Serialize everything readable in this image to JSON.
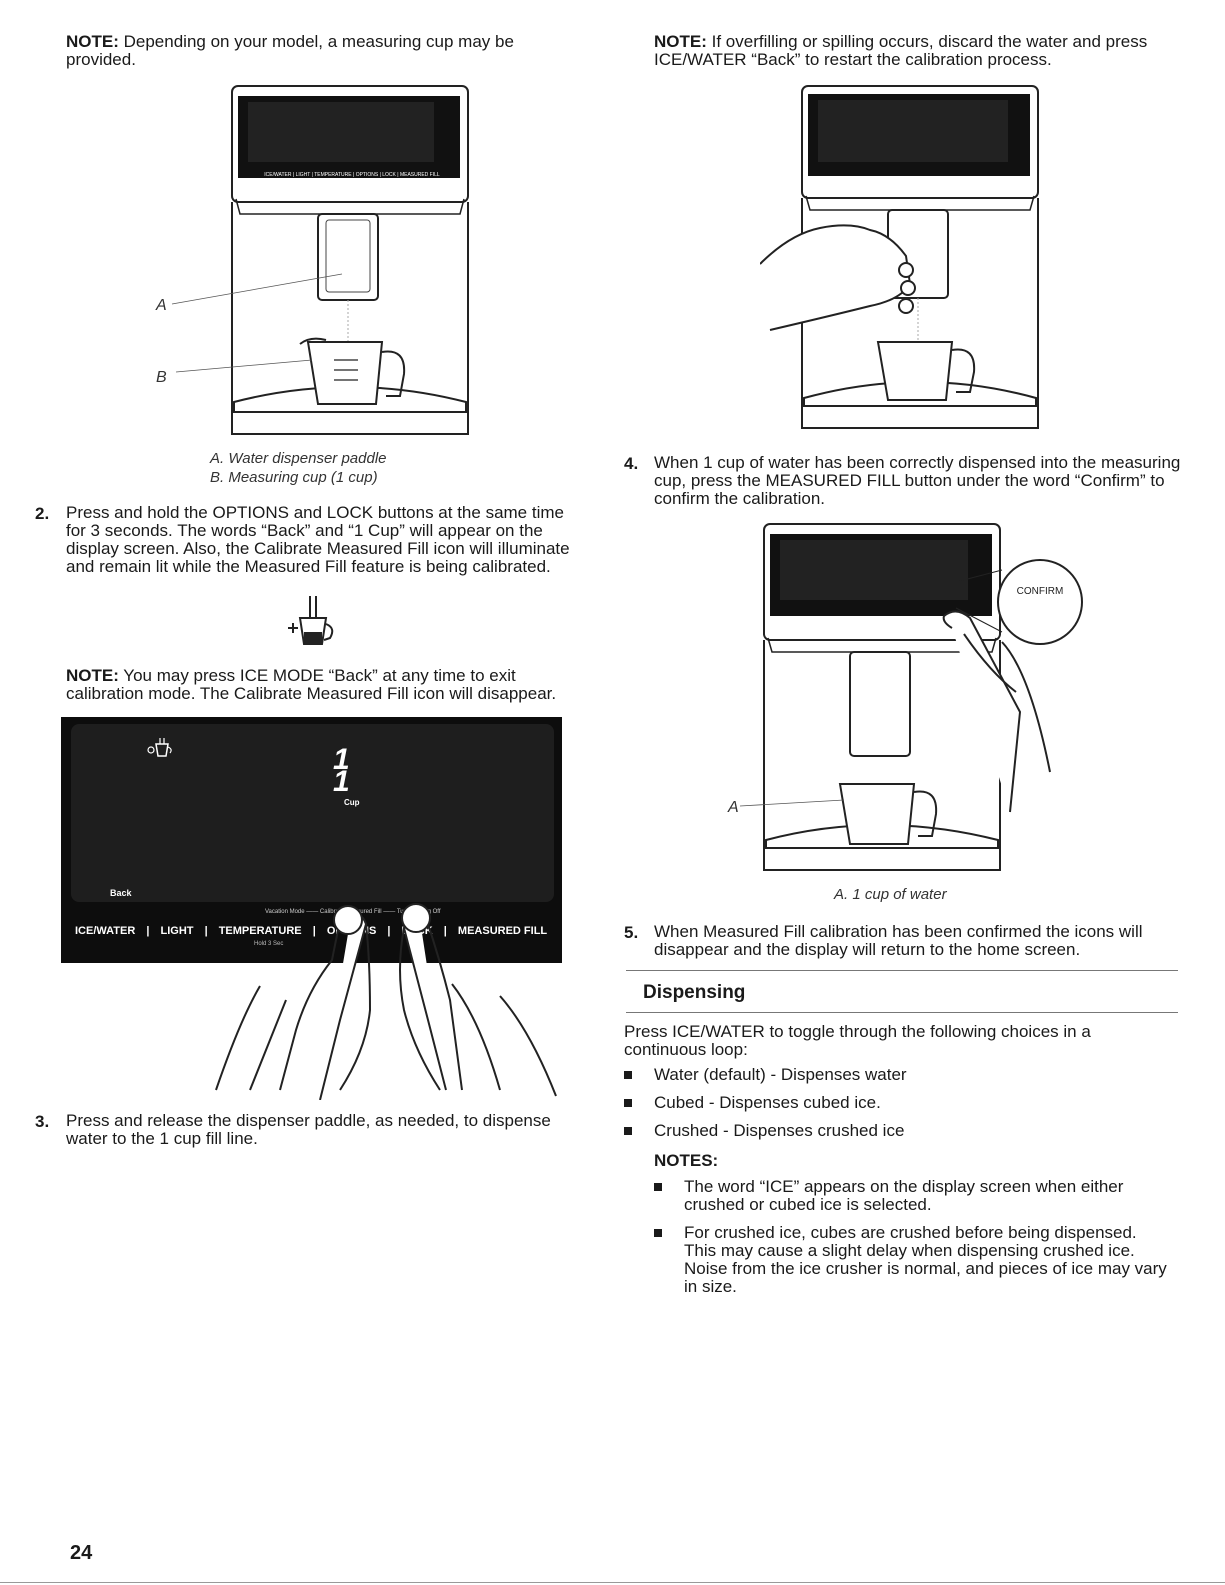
{
  "left": {
    "note1": {
      "label": "NOTE:",
      "text": " Depending on your model, a measuring cup may be provided."
    },
    "fig1": {
      "label_a": "A",
      "label_b": "B",
      "panel_buttons": "ICE/WATER | LIGHT | TEMPERATURE | OPTIONS | LOCK | MEASURED FILL",
      "caption_a": "A. Water dispenser paddle",
      "caption_b": "B. Measuring cup (1 cup)"
    },
    "step2": {
      "number": "2.",
      "text": "Press and hold the OPTIONS and LOCK buttons at the same time for 3 seconds. The words “Back” and “1 Cup” will appear on the display screen. Also, the Calibrate Measured Fill icon will illuminate and remain lit while the Measured Fill feature is being calibrated."
    },
    "note2": {
      "label": "NOTE:",
      "text": " You may press ICE MODE “Back” at any time to exit calibration mode. The Calibrate Measured Fill icon will disappear."
    },
    "panel": {
      "digit": "1",
      "cup": "Cup",
      "back": "Back",
      "mode_labels": "Vacation Mode —— Calibrate Measured Fill —— Turn Cooling Off",
      "buttons": [
        "ICE/WATER",
        "LIGHT",
        "TEMPERATURE",
        "OPTIONS",
        "LOCK",
        "MEASURED FILL"
      ],
      "hold": "Hold 3 Sec"
    },
    "step3": {
      "number": "3.",
      "text": "Press and release the dispenser paddle, as needed, to dispense water to the 1 cup fill line."
    },
    "page_number": "24"
  },
  "right": {
    "note3": {
      "label": "NOTE:",
      "text": " If overfilling or spilling occurs, discard the water and press ICE/WATER “Back” to restart the calibration process."
    },
    "step4": {
      "number": "4.",
      "text": "When 1 cup of water has been correctly dispensed into the measuring cup, press the MEASURED FILL button under the word “Confirm” to confirm the calibration."
    },
    "fig3": {
      "confirm": "CONFIRM",
      "label_a": "A",
      "caption": "A. 1 cup of water"
    },
    "step5": {
      "number": "5.",
      "text": "When Measured Fill calibration has been confirmed the icons will disappear and the display will return to the home screen."
    },
    "dispensing": {
      "heading": "Dispensing",
      "intro": "Press ICE/WATER to toggle through the following choices in a continuous loop:",
      "items": [
        "Water (default) - Dispenses water",
        "Cubed - Dispenses cubed ice.",
        "Crushed - Dispenses crushed ice"
      ],
      "notes_label": "NOTES:",
      "notes": [
        "The word “ICE” appears on the display screen when either crushed or cubed ice is selected.",
        "For crushed ice, cubes are crushed before being dispensed. This may cause a slight delay when dispensing crushed ice. Noise from the ice crusher is normal, and pieces of ice may vary in size."
      ]
    }
  }
}
